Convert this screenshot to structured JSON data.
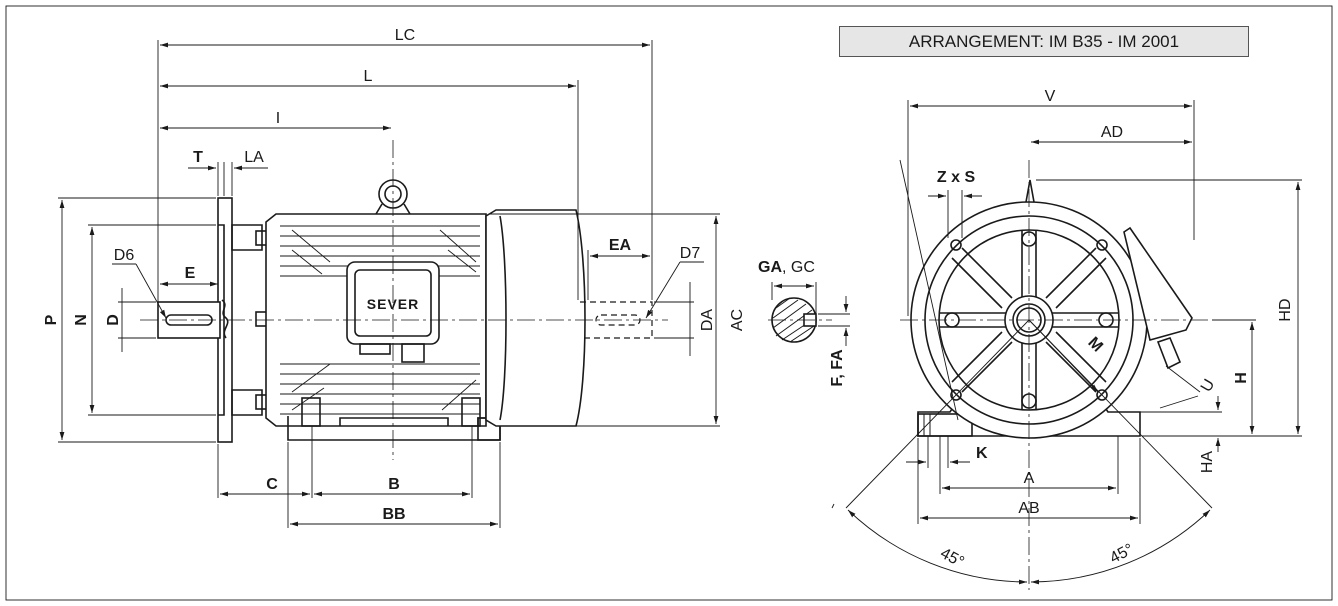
{
  "arrangement": {
    "title": "ARRANGEMENT: IM B35 - IM 2001"
  },
  "brand": "SEVER",
  "side_view": {
    "labels": {
      "lc": "LC",
      "l": "L",
      "i": "I",
      "t": "T",
      "la": "LA",
      "d6": "D6",
      "e": "E",
      "d": "D",
      "n": "N",
      "p": "P",
      "ea": "EA",
      "d7": "D7",
      "da": "DA",
      "ac": "AC",
      "c": "C",
      "b": "B",
      "bb": "BB"
    }
  },
  "shaft_section": {
    "labels": {
      "ga": "GA",
      "gc": ", GC",
      "f_fa": "F, FA"
    }
  },
  "front_view": {
    "labels": {
      "v": "V",
      "ad": "AD",
      "z_x_s": "Z x S",
      "hd": "HD",
      "m": "M",
      "h": "H",
      "u": "U",
      "ha": "HA",
      "k": "K",
      "a": "A",
      "ab": "AB",
      "angle_left": "45°",
      "angle_right": "45°"
    }
  },
  "colors": {
    "line": "#1a1a1a",
    "title_bg": "#e6e6e6",
    "border": "#666666"
  }
}
